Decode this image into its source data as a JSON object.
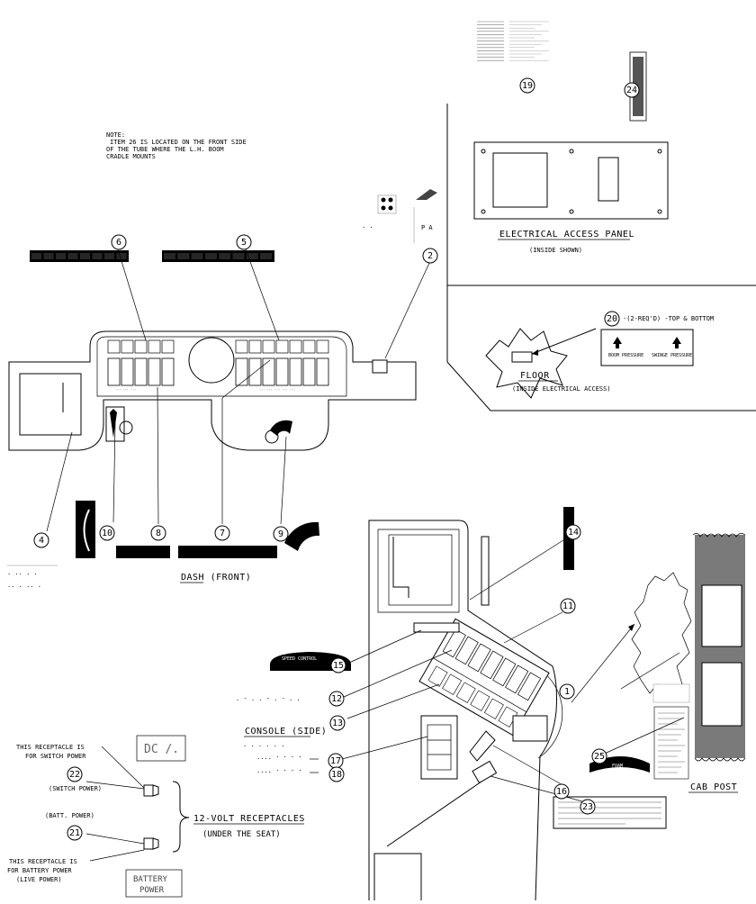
{
  "note": {
    "line1": "NOTE:",
    "line2": "ITEM 26 IS LOCATED ON THE FRONT SIDE",
    "line3": "OF THE TUBE WHERE THE L.H. BOOM",
    "line4": "CRADLE MOUNTS"
  },
  "sections": {
    "electrical_access_panel": "ELECTRICAL ACCESS PANEL",
    "electrical_access_panel_sub": "(INSIDE SHOWN)",
    "floor": "FLOOR",
    "floor_sub": "(INSIDE ELECTRICAL ACCESS)",
    "floor_callout": "-(2-REQ'D) -TOP & BOTTOM",
    "dash": "DASH (FRONT)",
    "console": "CONSOLE (SIDE)",
    "cab_post": "CAB POST",
    "receptacles": "12-VOLT RECEPTACLES",
    "receptacles_sub": "(UNDER THE SEAT)"
  },
  "floor_decal": {
    "left": "BOOM PRESSURE",
    "right": "SWINGE PRESSURE"
  },
  "receptacles": {
    "switch_note_1": "THIS RECEPTACLE IS",
    "switch_note_2": "FOR SWITCH POWER",
    "switch_label": "(SWITCH POWER)",
    "batt_label": "(BATT. POWER)",
    "batt_note_1": "THIS RECEPTACLE IS",
    "batt_note_2": "FOR BATTERY POWER",
    "batt_note_3": "(LIVE POWER)",
    "decal_dc": "DC /.",
    "decal_battery_1": "BATTERY",
    "decal_battery_2": "POWER"
  },
  "console_decals": {
    "speed_control": "SPEED CONTROL",
    "foam": "FOAM"
  },
  "callouts": [
    "1",
    "2",
    "4",
    "5",
    "6",
    "7",
    "8",
    "9",
    "10",
    "11",
    "12",
    "13",
    "14",
    "15",
    "16",
    "17",
    "18",
    "19",
    "20",
    "21",
    "22",
    "23",
    "24",
    "25"
  ]
}
